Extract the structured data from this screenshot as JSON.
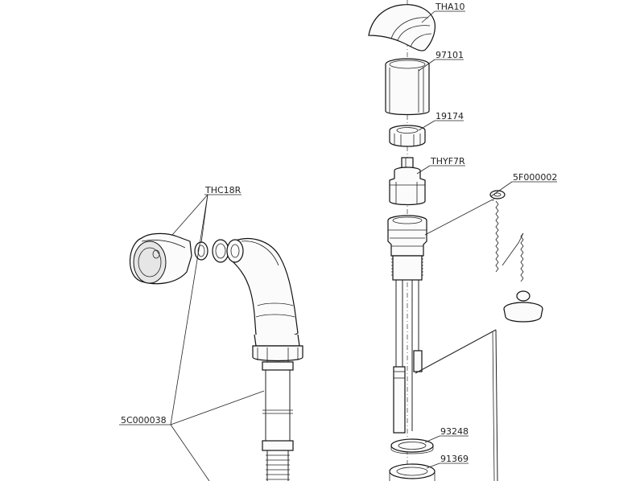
{
  "labels": {
    "tha10": "THA10",
    "p97101": "97101",
    "p19174": "19174",
    "thyf7r": "THYF7R",
    "p5f000002": "5F000002",
    "thc18r": "THC18R",
    "p5c000038": "5C000038",
    "p93248": "93248",
    "p91369": "91369"
  }
}
